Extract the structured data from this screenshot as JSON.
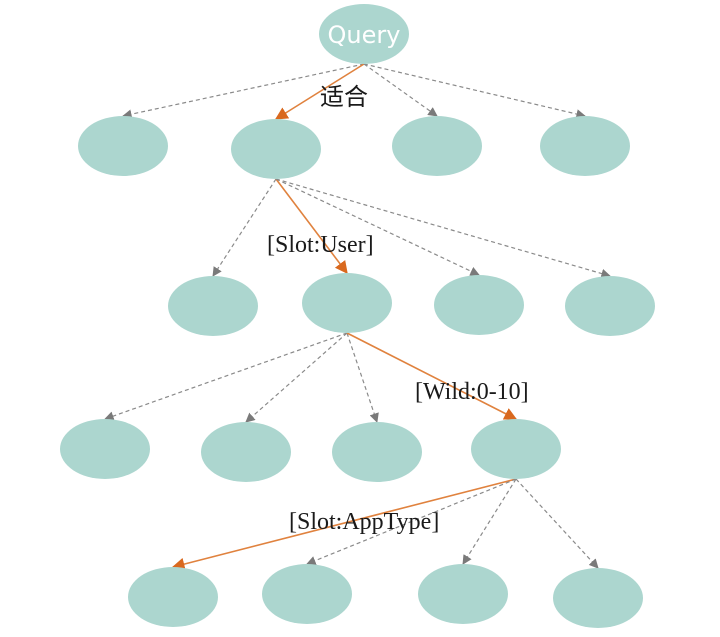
{
  "diagram": {
    "root": {
      "id": "query",
      "label": "Query"
    },
    "colors": {
      "node_fill": "#acd6cf",
      "node_text": "#ffffff",
      "active_edge": "#e0823e",
      "inactive_edge": "#8a8a8a",
      "label_text": "#1a1a1a"
    },
    "levels": [
      {
        "level": 1,
        "nodes": [
          "l1n1",
          "l1n2",
          "l1n3",
          "l1n4"
        ]
      },
      {
        "level": 2,
        "nodes": [
          "l2n1",
          "l2n2",
          "l2n3",
          "l2n4"
        ]
      },
      {
        "level": 3,
        "nodes": [
          "l3n1",
          "l3n2",
          "l3n3",
          "l3n4"
        ]
      },
      {
        "level": 4,
        "nodes": [
          "l4n1",
          "l4n2",
          "l4n3",
          "l4n4"
        ]
      }
    ],
    "edges": [
      {
        "from": "query",
        "to": "l1n1",
        "active": false
      },
      {
        "from": "query",
        "to": "l1n2",
        "active": true,
        "label": "适合"
      },
      {
        "from": "query",
        "to": "l1n3",
        "active": false
      },
      {
        "from": "query",
        "to": "l1n4",
        "active": false
      },
      {
        "from": "l1n2",
        "to": "l2n1",
        "active": false
      },
      {
        "from": "l1n2",
        "to": "l2n2",
        "active": true,
        "label": "[Slot:User]"
      },
      {
        "from": "l1n2",
        "to": "l2n3",
        "active": false
      },
      {
        "from": "l1n2",
        "to": "l2n4",
        "active": false
      },
      {
        "from": "l2n2",
        "to": "l3n1",
        "active": false
      },
      {
        "from": "l2n2",
        "to": "l3n2",
        "active": false
      },
      {
        "from": "l2n2",
        "to": "l3n3",
        "active": false
      },
      {
        "from": "l2n2",
        "to": "l3n4",
        "active": true,
        "label": "[Wild:0-10]"
      },
      {
        "from": "l3n4",
        "to": "l4n1",
        "active": true,
        "label": "[Slot:AppType]"
      },
      {
        "from": "l3n4",
        "to": "l4n2",
        "active": false
      },
      {
        "from": "l3n4",
        "to": "l4n3",
        "active": false
      },
      {
        "from": "l3n4",
        "to": "l4n4",
        "active": false
      }
    ],
    "edge_labels": {
      "fit": "适合",
      "slot_user": "[Slot:User]",
      "wild": "[Wild:0-10]",
      "slot_apptype": "[Slot:AppType]"
    }
  }
}
